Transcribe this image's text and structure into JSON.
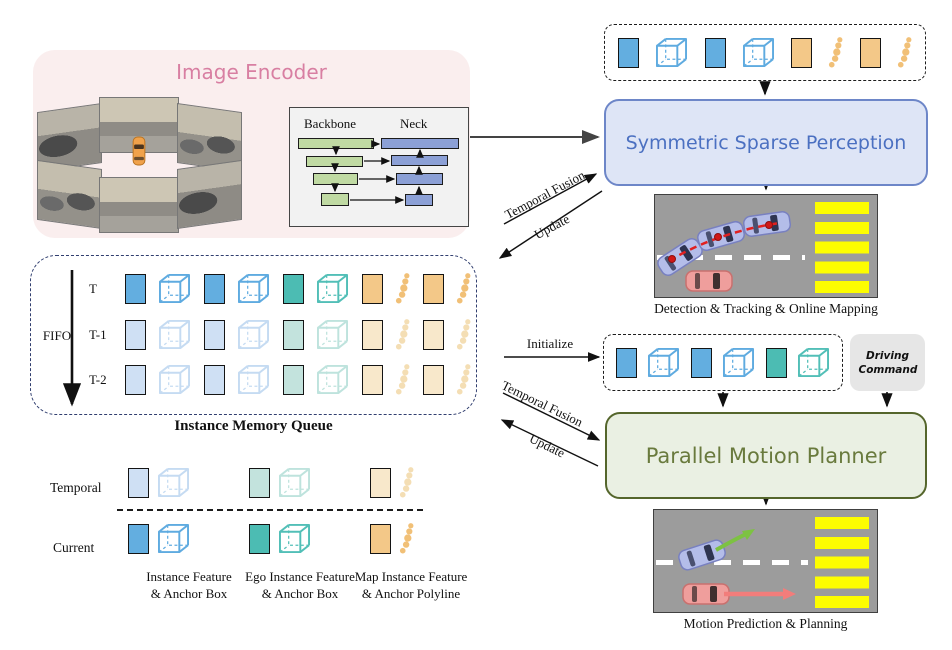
{
  "encoder": {
    "title": "Image Encoder",
    "backbone": "Backbone",
    "neck": "Neck"
  },
  "perception": {
    "title": "Symmetric Sparse Perception",
    "caption": "Detection & Tracking & Online Mapping",
    "input_icons": [
      "instance-feature",
      "anchor-box",
      "instance-feature",
      "anchor-box",
      "map-instance-feature",
      "anchor-polyline",
      "map-instance-feature",
      "anchor-polyline"
    ]
  },
  "planner": {
    "title": "Parallel Motion Planner",
    "caption": "Motion Prediction & Planning",
    "driving_command": "Driving Command",
    "input_icons": [
      "instance-feature",
      "anchor-box",
      "instance-feature",
      "anchor-box",
      "ego-instance-feature",
      "ego-anchor-box"
    ]
  },
  "memory_queue": {
    "caption": "Instance Memory Queue",
    "fifo": "FIFO",
    "rows": [
      {
        "label": "T",
        "faded": false,
        "icons": [
          "instance-feature",
          "anchor-box",
          "instance-feature",
          "anchor-box",
          "ego-instance-feature",
          "ego-anchor-box",
          "map-instance-feature",
          "anchor-polyline",
          "map-instance-feature",
          "anchor-polyline"
        ]
      },
      {
        "label": "T-1",
        "faded": true,
        "icons": [
          "instance-feature",
          "anchor-box",
          "instance-feature",
          "anchor-box",
          "ego-instance-feature",
          "ego-anchor-box",
          "map-instance-feature",
          "anchor-polyline",
          "map-instance-feature",
          "anchor-polyline"
        ]
      },
      {
        "label": "T-2",
        "faded": true,
        "icons": [
          "instance-feature",
          "anchor-box",
          "instance-feature",
          "anchor-box",
          "ego-instance-feature",
          "ego-anchor-box",
          "map-instance-feature",
          "anchor-polyline",
          "map-instance-feature",
          "anchor-polyline"
        ]
      }
    ]
  },
  "legend": {
    "rows": [
      {
        "label": "Temporal",
        "faded": true,
        "icons": [
          "instance-feature",
          "anchor-box",
          "gap",
          "ego-instance-feature",
          "ego-anchor-box",
          "gap",
          "map-instance-feature",
          "anchor-polyline"
        ]
      },
      {
        "label": "Current",
        "faded": false,
        "icons": [
          "instance-feature",
          "anchor-box",
          "gap",
          "ego-instance-feature",
          "ego-anchor-box",
          "gap",
          "map-instance-feature",
          "anchor-polyline"
        ]
      }
    ],
    "columns": [
      {
        "line1": "Instance Feature",
        "line2": "& Anchor Box"
      },
      {
        "line1": "Ego Instance Feature",
        "line2": "& Anchor Box"
      },
      {
        "line1": "Map Instance Feature",
        "line2": "& Anchor Polyline"
      }
    ]
  },
  "arrows": {
    "temporal_fusion_top": "Temporal Fusion",
    "update_top": "Update",
    "initialize": "Initialize",
    "temporal_fusion_bottom": "Temporal Fusion",
    "update_bottom": "Update"
  },
  "colors": {
    "instance_blue": "#63AEE0",
    "ego_teal": "#4CBCB3",
    "map_orange": "#F3C888",
    "perception_accent": "#4B70C1",
    "planner_accent": "#697A3D",
    "encoder_accent": "#D87FA2"
  }
}
